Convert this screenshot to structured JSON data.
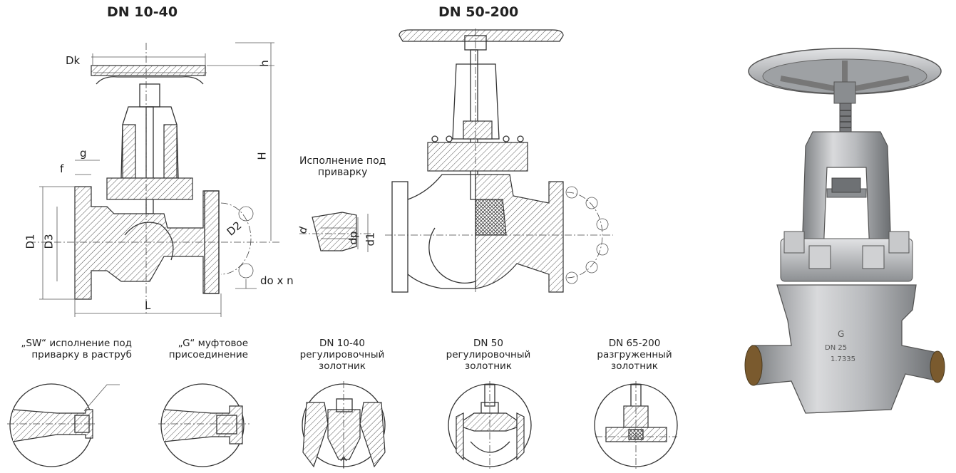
{
  "headings": {
    "left": "DN 10-40",
    "middle": "DN 50-200"
  },
  "dims_left": {
    "dk": "Dk",
    "h": "h",
    "H": "H",
    "g": "g",
    "f": "f",
    "D1": "D1",
    "D3": "D3",
    "D2": "D2",
    "don": "do x n",
    "L": "L"
  },
  "weld_note": {
    "line1": "Исполнение под",
    "line2": "приварку"
  },
  "dims_weld": {
    "d": "d",
    "dp": "dp",
    "d1": "d1"
  },
  "details": [
    {
      "line1": "„SW“ исполнение под",
      "line2": "приварку в раструб",
      "line3": ""
    },
    {
      "line1": "„G“ муфтовое",
      "line2": "присоединение",
      "line3": ""
    },
    {
      "line1": "DN 10-40",
      "line2": "регулировочный",
      "line3": "золотник"
    },
    {
      "line1": "DN 50",
      "line2": "регулировочный",
      "line3": "золотник"
    },
    {
      "line1": "DN 65-200",
      "line2": "разгруженный",
      "line3": "золотник"
    }
  ],
  "photo": {
    "body_marking_1": "DN 25",
    "body_marking_2": "1.7335",
    "body_marking_3": "G"
  }
}
